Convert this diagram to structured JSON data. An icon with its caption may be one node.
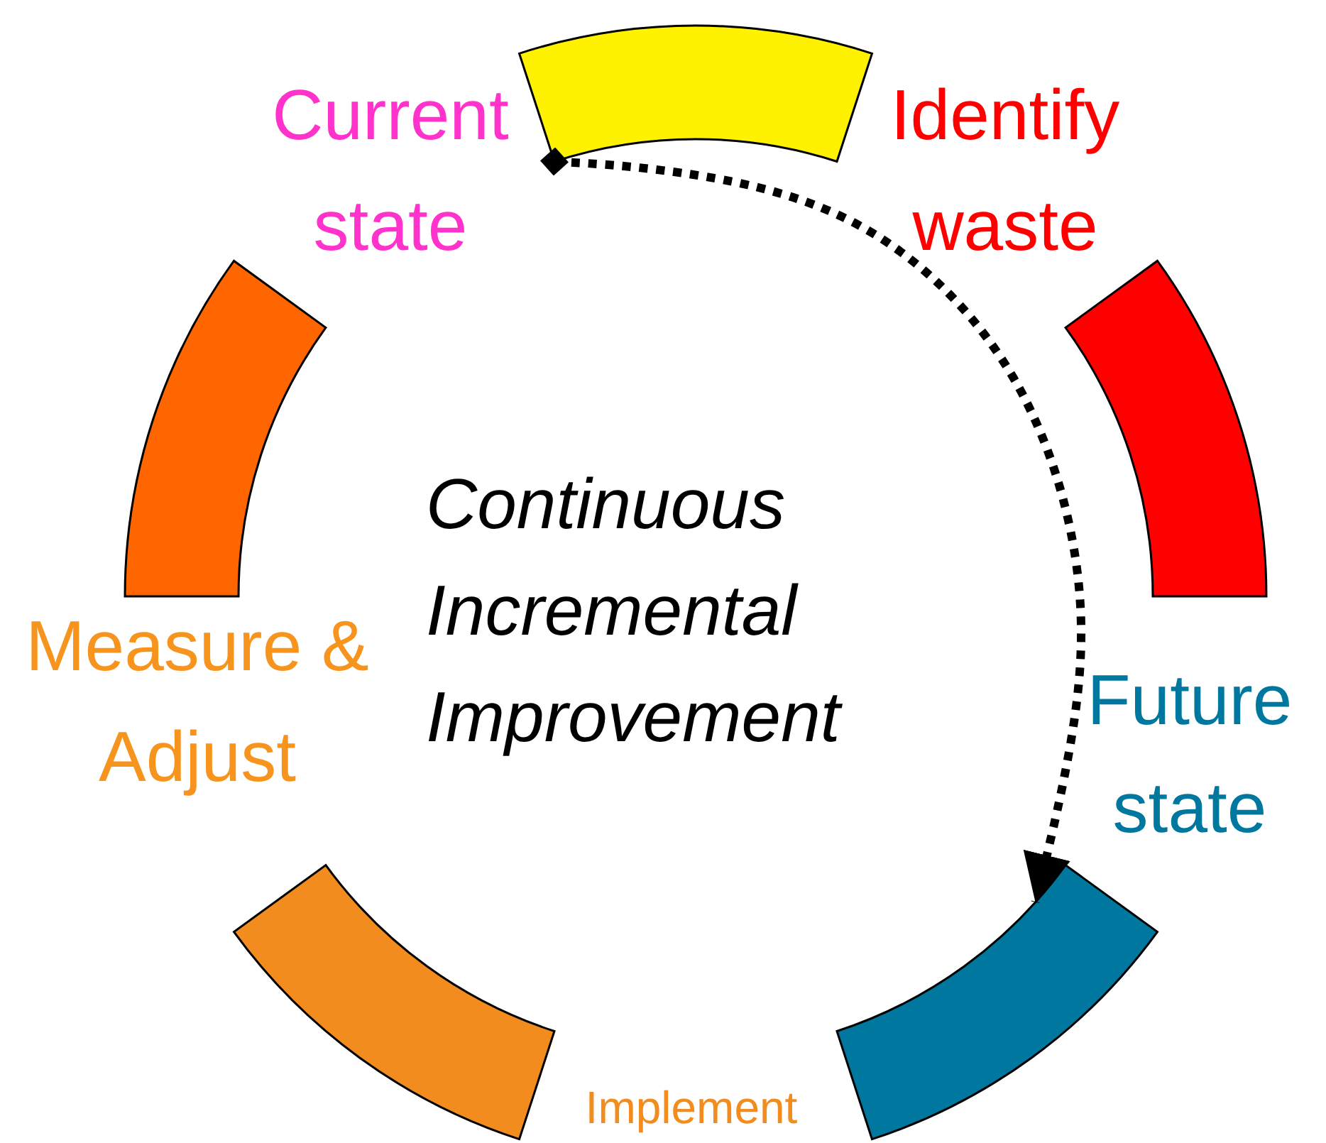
{
  "diagram": {
    "nodes": [
      {
        "text": [],
        "shape": "bar",
        "beside": [
          "Current state"
        ]
      },
      {
        "text": [],
        "shape": "bar",
        "beside": [
          "Identify waste"
        ]
      },
      {
        "text": [],
        "shape": "bar",
        "beside": [
          "Future state"
        ]
      },
      {
        "text": [],
        "shape": "bar",
        "beside": [
          "Implement"
        ]
      },
      {
        "text": [],
        "shape": "bar",
        "beside": [
          "Measure & Adjust"
        ]
      }
    ],
    "edges": [
      {
        "from": 0,
        "to": 2,
        "arrow": "to",
        "style": "dashed"
      }
    ],
    "labels": [
      "Continuous Incremental Improvement"
    ]
  }
}
